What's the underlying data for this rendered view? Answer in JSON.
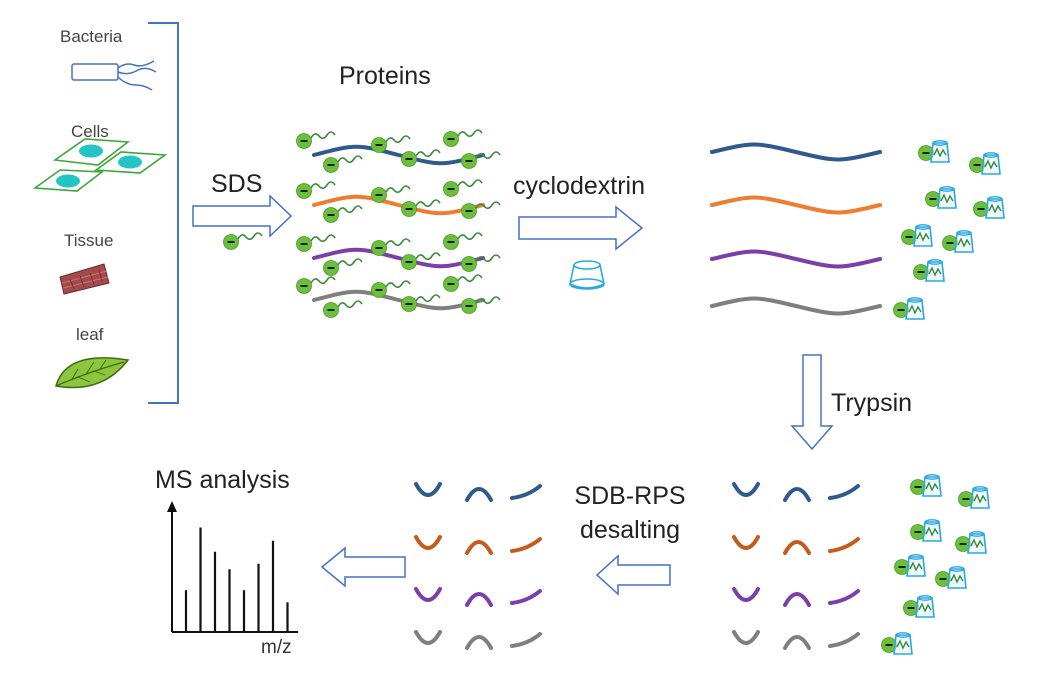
{
  "sources": [
    "Bacteria",
    "Cells",
    "Tissue",
    "leaf"
  ],
  "steps": {
    "sds": "SDS",
    "proteins": "Proteins",
    "cyclodextrin": "cyclodextrin",
    "trypsin": "Trypsin",
    "sdb_rps_line1": "SDB-RPS",
    "sdb_rps_line2": "desalting",
    "ms_analysis": "MS analysis",
    "mz_label": "m/z"
  },
  "ms_spectrum": {
    "peak_heights_relative": [
      0.38,
      0.95,
      0.73,
      0.57,
      0.38,
      0.62,
      0.83,
      0.27
    ]
  },
  "colors": {
    "arrow": "#4472c4",
    "detergent_head": "#6cbf3c",
    "cyclodextrin": "#2aa8e0",
    "proteins": [
      "#2e5a8e",
      "#ee7d31",
      "#7b3fa8",
      "#7f7f7f"
    ],
    "peptides": [
      "#2e5a8e",
      "#c65c1a",
      "#7b3fa8",
      "#7f7f7f"
    ]
  }
}
